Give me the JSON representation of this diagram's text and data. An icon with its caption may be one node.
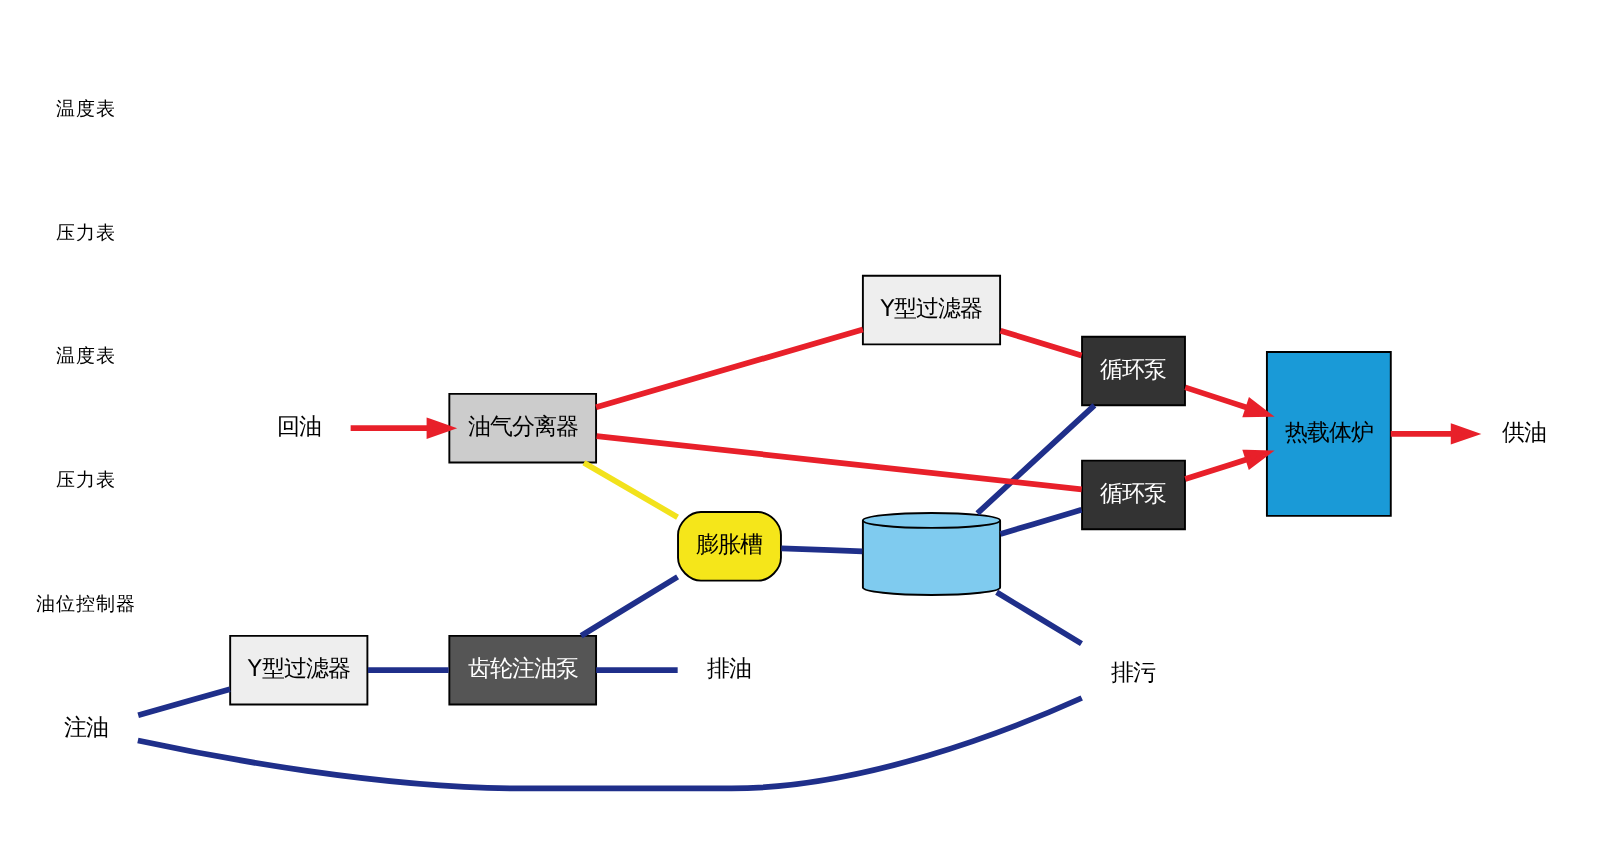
{
  "diagram": {
    "nodes": [
      {
        "text": [
          "膨胀槽"
        ]
      },
      {
        "text": [],
        "shape": "cylinder"
      },
      {
        "text": [
          "油气分离器"
        ]
      },
      {
        "text": [
          "Y型过滤器"
        ]
      },
      {
        "text": [
          "齿轮注油泵"
        ]
      },
      {
        "text": [
          "Y型过滤器"
        ]
      },
      {
        "text": [
          "循环泵"
        ]
      },
      {
        "text": [
          "循环泵"
        ]
      },
      {
        "text": [
          "热载体炉"
        ]
      },
      {
        "text": [
          "回油"
        ]
      },
      {
        "text": [
          "供油"
        ]
      },
      {
        "text": [
          "排油"
        ]
      },
      {
        "text": [
          "注油"
        ]
      },
      {
        "text": [
          "排污"
        ]
      }
    ],
    "edges": [
      {
        "from": 9,
        "to": 2,
        "arrow": "to",
        "color": "#e8202a"
      },
      {
        "from": 2,
        "to": 0,
        "arrow": "none",
        "color": "#f2e21c"
      },
      {
        "from": 2,
        "to": 5,
        "arrow": "none",
        "color": "#e8202a"
      },
      {
        "from": 5,
        "to": 6,
        "arrow": "none",
        "color": "#e8202a"
      },
      {
        "from": 2,
        "to": 7,
        "arrow": "none",
        "color": "#e8202a"
      },
      {
        "from": 6,
        "to": 8,
        "arrow": "to",
        "color": "#e8202a"
      },
      {
        "from": 7,
        "to": 8,
        "arrow": "to",
        "color": "#e8202a"
      },
      {
        "from": 8,
        "to": 10,
        "arrow": "to",
        "color": "#e8202a"
      },
      {
        "from": 12,
        "to": 3,
        "arrow": "none"
      },
      {
        "from": 3,
        "to": 4,
        "arrow": "none"
      },
      {
        "from": 4,
        "to": 0,
        "arrow": "none"
      },
      {
        "from": 4,
        "to": 11,
        "arrow": "none"
      },
      {
        "from": 0,
        "to": 1,
        "arrow": "none"
      },
      {
        "from": 1,
        "to": 13,
        "arrow": "none"
      },
      {
        "from": 1,
        "to": 6,
        "arrow": "none"
      },
      {
        "from": 1,
        "to": 7,
        "arrow": "none"
      },
      {
        "from": 12,
        "to": 13,
        "arrow": "none"
      }
    ],
    "labels": [
      "油位控制器",
      "压力表",
      "温度表",
      "压力表",
      "温度表"
    ]
  }
}
